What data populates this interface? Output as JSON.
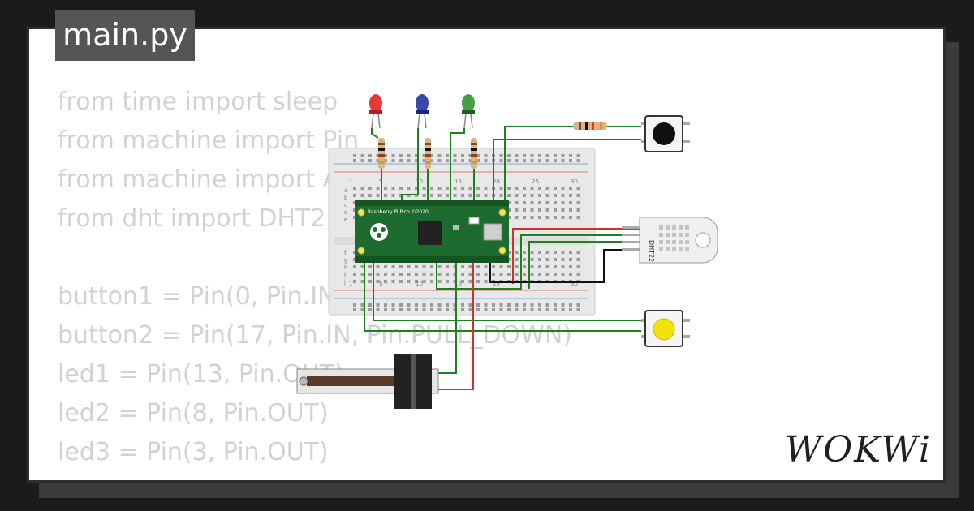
{
  "tab": {
    "filename": "main.py"
  },
  "code_lines": [
    "from time import sleep",
    "from machine import Pin",
    "from machine import A",
    "from dht import DHT2",
    "",
    "button1 = Pin(0, Pin.IN",
    "button2 = Pin(17, Pin.IN, Pin.PULL_DOWN)",
    "led1 = Pin(13, Pin.OUT)",
    "led2 = Pin(8, Pin.OUT)",
    "led3 = Pin(3, Pin.OUT)"
  ],
  "circuit": {
    "pico_label": "Raspberry Pi Pico ©2020",
    "sensor_label": "DHT22",
    "row_letters": [
      "a",
      "b",
      "c",
      "d",
      "e",
      "f",
      "g",
      "h",
      "i",
      "j"
    ],
    "column_numbers": [
      "1",
      "5",
      "10",
      "15",
      "20",
      "25",
      "30"
    ],
    "led_colors": {
      "red": "#e53935",
      "blue": "#3949ab",
      "green": "#43a047"
    },
    "wire_colors": {
      "green": "#1e7f1e",
      "red": "#d32f2f",
      "black": "#111111"
    },
    "button_cap_colors": {
      "black": "#111111",
      "yellow": "#f4e20c"
    }
  },
  "brand": {
    "logo": "WOKWi"
  }
}
